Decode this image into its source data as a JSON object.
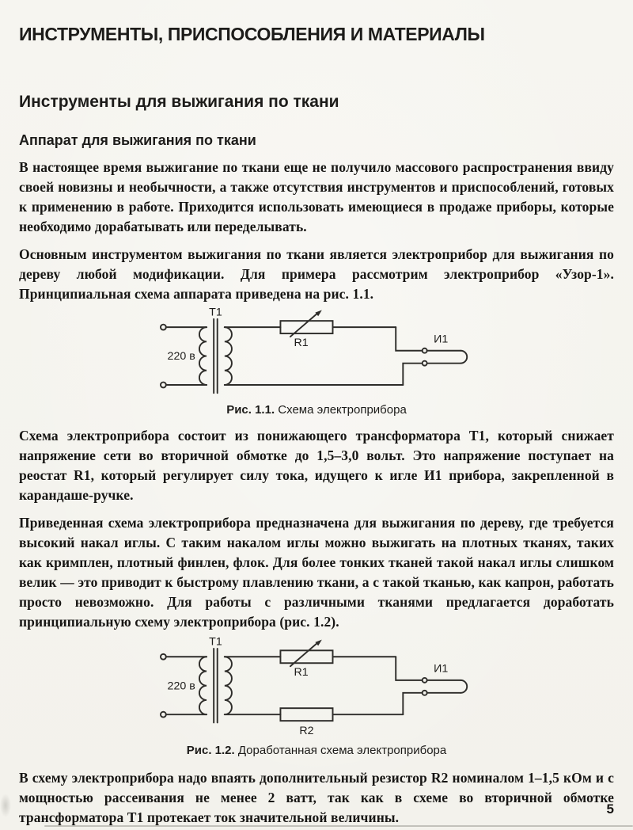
{
  "colors": {
    "paper": "#f5f4ef",
    "ink": "#171614"
  },
  "page": {
    "title": "ИНСТРУМЕНТЫ, ПРИСПОСОБЛЕНИЯ И МАТЕРИАЛЫ",
    "section_heading": "Инструменты для выжигания по ткани",
    "subsection_heading": "Аппарат для выжигания по ткани",
    "page_number": "5"
  },
  "paragraphs": {
    "p1": "В настоящее время выжигание по ткани еще не получило массового распространения ввиду своей новизны и необычности, а также отсутствия инструментов и приспособлений, готовых к применению в работе. Приходится использовать имеющиеся в продаже приборы, которые необходимо дорабатывать или переделывать.",
    "p2": "Основным инструментом выжигания по ткани является электроприбор для выжигания по дереву любой модификации. Для примера рассмотрим электроприбор «Узор-1». Принципиальная схема аппарата приведена на рис. 1.1.",
    "p3": "Схема электроприбора состоит из понижающего трансформатора Т1, который снижает напряжение сети во вторичной обмотке до 1,5–3,0 вольт. Это напряжение поступает на реостат R1, который регулирует силу тока, идущего к игле И1 прибора, закрепленной в карандаше-ручке.",
    "p4": "Приведенная схема электроприбора предназначена для выжигания по дереву, где требуется высокий накал иглы. С таким накалом иглы можно выжигать на плотных тканях, таких как кримплен, плотный финлен, флок. Для более тонких тканей такой накал иглы слишком велик — это приводит к быстрому плавлению ткани, а с такой тканью, как капрон, работать просто невозможно. Для работы с различными тканями предлагается доработать принципиальную схему электроприбора (рис. 1.2).",
    "p5": "В схему электроприбора надо впаять дополнительный резистор R2 номиналом 1–1,5 кОм и с мощностью рассеивания не менее 2 ватт, так как в схеме во вторичной обмотке трансформатора Т1 протекает ток значительной величины."
  },
  "figure1": {
    "caption_bold": "Рис. 1.1.",
    "caption_text": "Схема электроприбора",
    "labels": {
      "transformer": "Т1",
      "voltage": "220 в",
      "rheostat": "R1",
      "needle": "И1"
    }
  },
  "figure2": {
    "caption_bold": "Рис. 1.2.",
    "caption_text": "Доработанная схема электроприбора",
    "labels": {
      "transformer": "Т1",
      "voltage": "220 в",
      "rheostat": "R1",
      "resistor": "R2",
      "needle": "И1"
    }
  }
}
